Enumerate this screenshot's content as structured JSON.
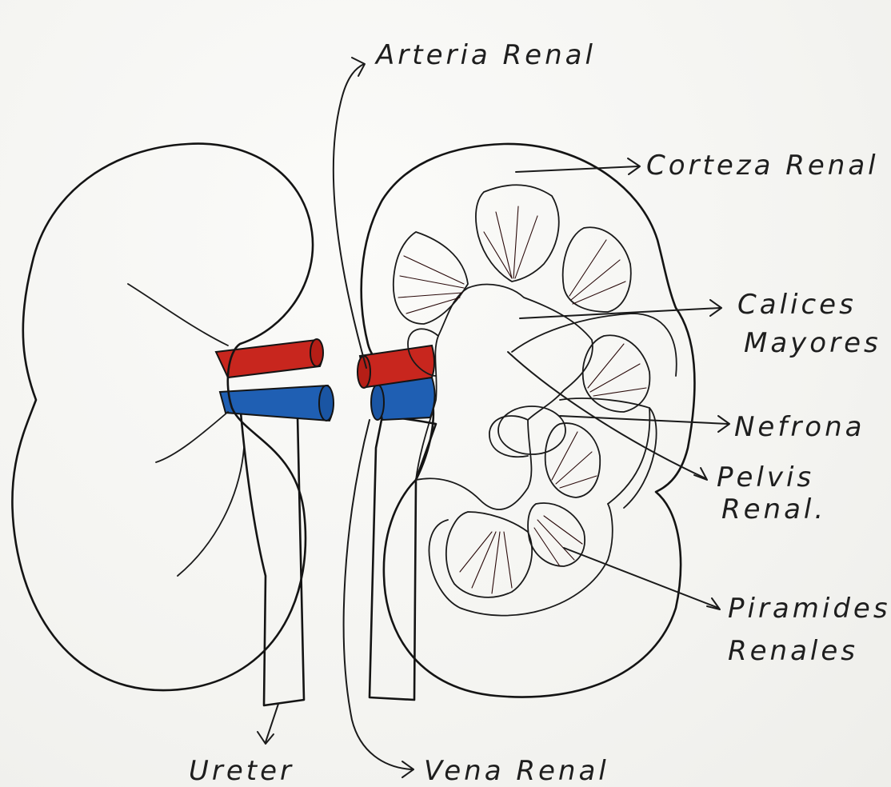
{
  "colors": {
    "kidney": "#c8261e",
    "kidney_dark": "#a81a15",
    "vein": "#1f5fb3",
    "ureter": "#f4b47a",
    "pelvis": "#f6bd84",
    "ink": "#141414"
  },
  "labels": {
    "arteria_renal": "Arteria Renal",
    "corteza_renal": "Corteza Renal",
    "calices_line1": "Calices",
    "calices_line2": "Mayores",
    "nefrona": "Nefrona",
    "pelvis_line1": "Pelvis",
    "pelvis_line2": "Renal.",
    "piramides_line1": "Piramides",
    "piramides_line2": "Renales",
    "ureter": "Ureter",
    "vena_renal": "Vena Renal"
  }
}
